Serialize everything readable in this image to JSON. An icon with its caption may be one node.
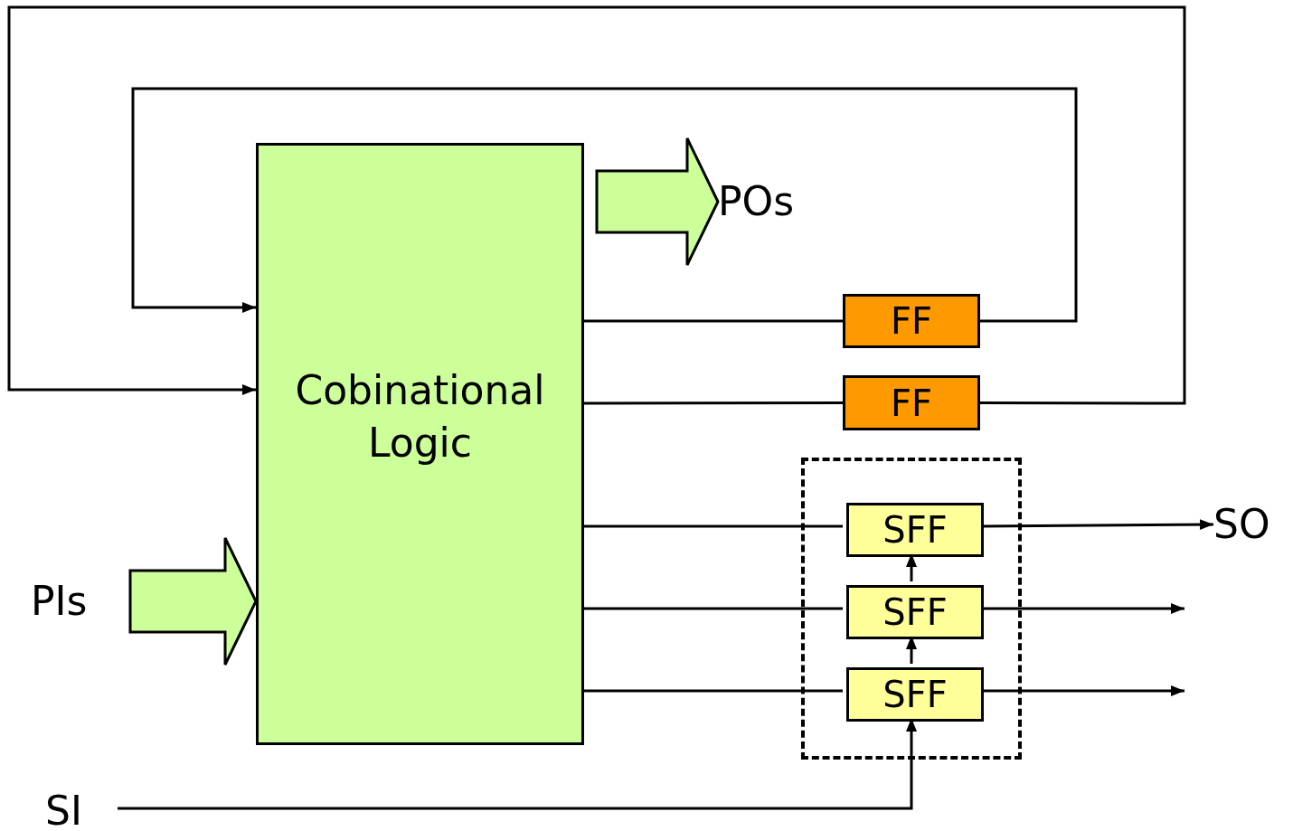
{
  "diagram": {
    "nodes": [
      {
        "text": [
          "Cobinational Logic"
        ]
      },
      {
        "text": [
          "PIs"
        ]
      },
      {
        "text": [
          "POs"
        ]
      },
      {
        "text": [
          "FF"
        ]
      },
      {
        "text": [
          "FF"
        ]
      },
      {
        "text": [],
        "shape": "box"
      },
      {
        "text": [
          "SFF"
        ],
        "in": 5
      },
      {
        "text": [
          "SFF"
        ],
        "in": 5
      },
      {
        "text": [
          "SFF"
        ],
        "in": 5
      },
      {
        "text": [
          "SO"
        ]
      },
      {
        "text": [
          "SI"
        ]
      }
    ],
    "edges": [
      {
        "from": 1,
        "to": 0,
        "arrow": "to",
        "style": "thick",
        "color": "#ccff99"
      },
      {
        "from": 0,
        "to": 2,
        "arrow": "to",
        "style": "thick",
        "color": "#ccff99"
      },
      {
        "from": 0,
        "to": 3,
        "arrow": "none"
      },
      {
        "from": 3,
        "to": 0,
        "arrow": "to"
      },
      {
        "from": 0,
        "to": 4,
        "arrow": "none"
      },
      {
        "from": 4,
        "to": 0,
        "arrow": "to"
      },
      {
        "from": 0,
        "to": 6,
        "arrow": "none"
      },
      {
        "from": 0,
        "to": 7,
        "arrow": "none"
      },
      {
        "from": 0,
        "to": 8,
        "arrow": "none"
      },
      {
        "from": 6,
        "to": 9,
        "arrow": "to"
      },
      {
        "from": 7,
        "to": null,
        "arrow": "to"
      },
      {
        "from": 8,
        "to": null,
        "arrow": "to"
      },
      {
        "from": 8,
        "to": 7,
        "arrow": "to"
      },
      {
        "from": 7,
        "to": 6,
        "arrow": "to"
      },
      {
        "from": 10,
        "to": 8,
        "arrow": "to"
      }
    ]
  }
}
